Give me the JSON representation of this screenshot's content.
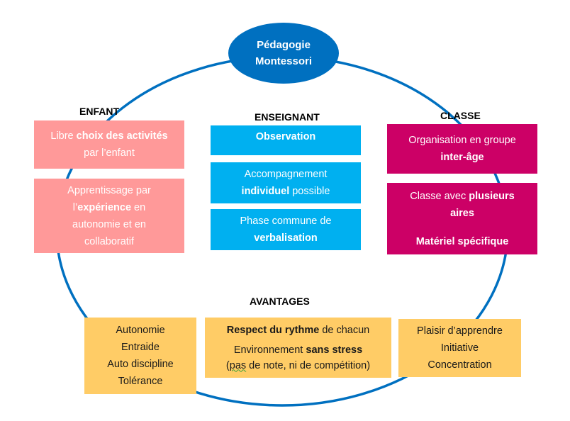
{
  "colors": {
    "ring": "#0070c0",
    "enfant": "#ff9999",
    "enseignant": "#00b0f0",
    "classe": "#cc0066",
    "avantages": "#ffcc66"
  },
  "title": {
    "line1": "Pédagogie",
    "line2": "Montessori"
  },
  "enfant": {
    "heading": "ENFANT",
    "box1": {
      "pre": "Libre ",
      "bold": "choix des activités",
      "line2": "par l’enfant"
    },
    "box2": {
      "line1": "Apprentissage par",
      "pre": "l’",
      "bold": "expérience",
      "post": " en",
      "line3": "autonomie et en",
      "line4": "collaboratif"
    }
  },
  "enseignant": {
    "heading": "ENSEIGNANT",
    "box1": {
      "bold": "Observation"
    },
    "box2": {
      "line1": "Accompagnement",
      "bold": "individuel",
      "post": " possible"
    },
    "box3": {
      "line1": "Phase commune de",
      "bold": "verbalisation"
    }
  },
  "classe": {
    "heading": "CLASSE",
    "box1": {
      "line1": "Organisation en groupe",
      "bold": "inter-âge"
    },
    "box2": {
      "pre": "Classe avec ",
      "bold1": "plusieurs",
      "bold2": "aires",
      "bold3": "Matériel spécifique"
    }
  },
  "avantages": {
    "heading": "AVANTAGES",
    "left": [
      "Autonomie",
      "Entraide",
      "Auto discipline",
      "Tolérance"
    ],
    "center": {
      "bold1": "Respect du rythme",
      "post1": " de chacun",
      "pre2": "Environnement ",
      "bold2": "sans stress",
      "paren_open": "(",
      "wavy": "pas",
      "rest3": " de note, ni de compétition)"
    },
    "right": [
      "Plaisir d’apprendre",
      "Initiative",
      "Concentration"
    ]
  }
}
